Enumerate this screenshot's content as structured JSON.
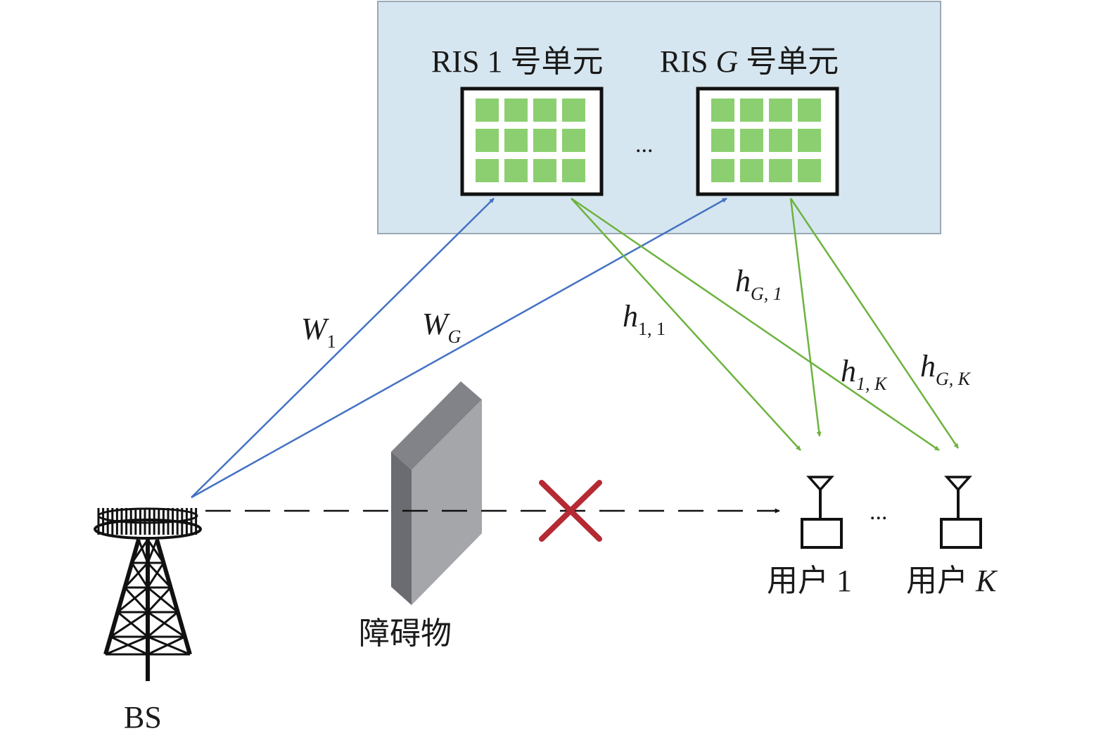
{
  "ris_panel": {
    "unit1_label": "RIS 1 号单元",
    "unitG_label_prefix": "RIS ",
    "unitG_label_var": "G",
    "unitG_label_suffix": " 号单元",
    "ellipsis": "..."
  },
  "base_station": {
    "label": "BS"
  },
  "obstacle": {
    "label": "障碍物"
  },
  "users": {
    "user1_label": "用户 1",
    "userK_label_prefix": "用户 ",
    "userK_label_var": "K",
    "ellipsis": "..."
  },
  "links": {
    "w1": {
      "main": "W",
      "sub": "1"
    },
    "wG": {
      "main": "W",
      "sub": "G"
    },
    "h11": {
      "main": "h",
      "sub": "1, 1"
    },
    "hG1": {
      "main": "h",
      "sub": "G, 1"
    },
    "h1K": {
      "main": "h",
      "sub": "1, K"
    },
    "hGK": {
      "main": "h",
      "sub": "G, K"
    }
  },
  "colors": {
    "panel_bg": "#d6e6f0",
    "panel_border": "#9aa9b5",
    "ris_cell": "#8ccf70",
    "bs_to_ris": "#4472c4",
    "ris_to_user": "#6db33f",
    "blocked_x": "#b52a33",
    "obstacle_front": "#a5a6aa",
    "obstacle_side": "#6a6c72",
    "obstacle_top": "#818389"
  }
}
